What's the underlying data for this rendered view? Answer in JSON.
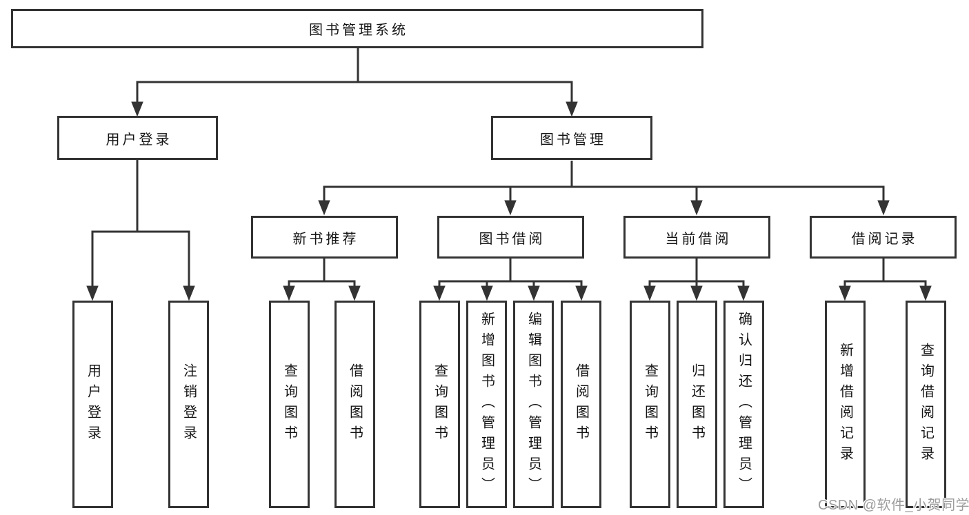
{
  "diagram": {
    "title": "图书管理系统",
    "level2": {
      "user_login": "用户登录",
      "book_management": "图书管理"
    },
    "level3": {
      "new_books": "新书推荐",
      "book_borrow": "图书借阅",
      "current_borrow": "当前借阅",
      "borrow_records": "借阅记录"
    },
    "leaves": {
      "user_login": [
        "用户登录",
        "注销登录"
      ],
      "new_books": [
        "查询图书",
        "借阅图书"
      ],
      "book_borrow": [
        "查询图书",
        "新增图书（管理员）",
        "编辑图书（管理员）",
        "借阅图书"
      ],
      "current_borrow": [
        "查询图书",
        "归还图书",
        "确认归还（管理员）"
      ],
      "borrow_records": [
        "新增借阅记录",
        "查询借阅记录"
      ]
    }
  },
  "watermark": "CSDN @软件_小贺同学",
  "colors": {
    "line": "#333333",
    "text": "#141414",
    "watermark": "#9c9c9c",
    "background": "#ffffff"
  }
}
